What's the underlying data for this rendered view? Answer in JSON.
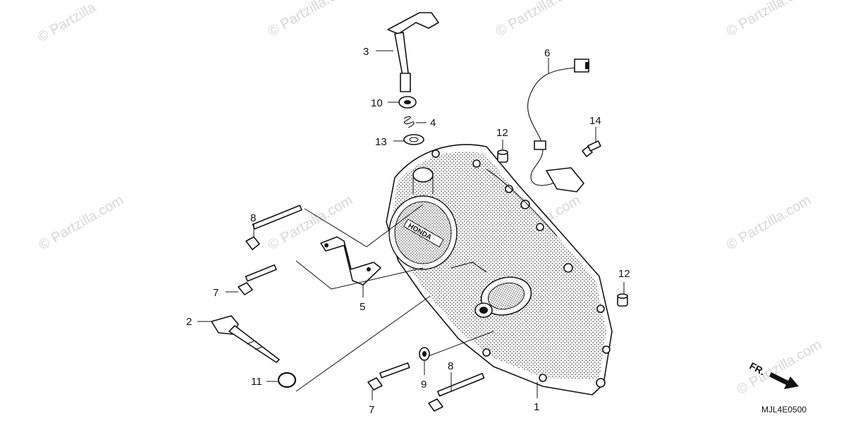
{
  "watermarks": [
    "© Partzilla",
    "© Partzilla.com",
    "© Partzilla.com",
    "© Partzilla.com",
    "© Partzilla.com",
    "© Partzilla.com",
    "© Partzilla.com",
    "© Partzilla.com",
    "© Partzilla.com"
  ],
  "callouts": [
    {
      "id": "c3",
      "label": "3"
    },
    {
      "id": "c10",
      "label": "10"
    },
    {
      "id": "c4",
      "label": "4"
    },
    {
      "id": "c13",
      "label": "13"
    },
    {
      "id": "c12a",
      "label": "12"
    },
    {
      "id": "c6",
      "label": "6"
    },
    {
      "id": "c14",
      "label": "14"
    },
    {
      "id": "c8a",
      "label": "8"
    },
    {
      "id": "c7a",
      "label": "7"
    },
    {
      "id": "c5",
      "label": "5"
    },
    {
      "id": "c2",
      "label": "2"
    },
    {
      "id": "c11",
      "label": "11"
    },
    {
      "id": "c9",
      "label": "9"
    },
    {
      "id": "c8b",
      "label": "8"
    },
    {
      "id": "c7b",
      "label": "7"
    },
    {
      "id": "c1",
      "label": "1"
    },
    {
      "id": "c12b",
      "label": "12"
    }
  ],
  "direction_label": "FR.",
  "diagram_code": "MJL4E0500"
}
